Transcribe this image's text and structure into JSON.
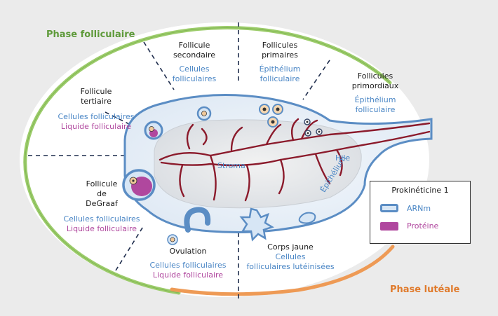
{
  "phases": {
    "follicular": "Phase folliculaire",
    "luteal": "Phase lutéale"
  },
  "labels": {
    "follicules_primordiaux": {
      "title1": "Follicules",
      "title2": "primordiaux",
      "cells1": "Épithélium",
      "cells2": "folliculaire"
    },
    "follicules_primaires": {
      "title1": "Follicules",
      "title2": "primaires",
      "cells1": "Épithélium",
      "cells2": "folliculaire"
    },
    "follicule_secondaire": {
      "title1": "Follicule",
      "title2": "secondaire",
      "cells1": "Cellules",
      "cells2": "folliculaires"
    },
    "follicule_tertiaire": {
      "title1": "Follicule",
      "title2": "tertiaire",
      "cells": "Cellules folliculaires",
      "liquid": "Liquide folliculaire"
    },
    "follicule_degraaf": {
      "title1": "Follicule",
      "title2": "de",
      "title3": "DeGraaf",
      "cells": "Cellules folliculaires",
      "liquid": "Liquide folliculaire"
    },
    "ovulation": {
      "title": "Ovulation",
      "cells": "Cellules folliculaires",
      "liquid": "Liquide folliculaire"
    },
    "corps_jaune": {
      "title": "Corps jaune",
      "cells1": "Cellules",
      "cells2": "folliculaires lutéinisées"
    },
    "stroma": "Stroma",
    "hile": "Hile",
    "epithelium": "Épithélium"
  },
  "legend": {
    "title": "Prokinéticine 1",
    "mrna": "ARNm",
    "protein": "Protéine"
  },
  "colors": {
    "follicular_phase": "#9ccc6a",
    "luteal_phase": "#ee9a55",
    "mrna": "#5b8dc4",
    "protein": "#b0479e",
    "vessels": "#8b1a2b",
    "ovary_border": "#5b8dc4"
  }
}
